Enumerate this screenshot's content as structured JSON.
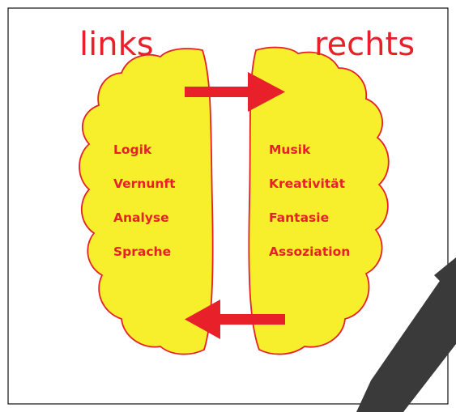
{
  "titles": {
    "left": "links",
    "right": "rechts"
  },
  "left_terms": [
    "Logik",
    "Vernunft",
    "Analyse",
    "Sprache"
  ],
  "right_terms": [
    "Musik",
    "Kreativität",
    "Fantasie",
    "Assoziation"
  ],
  "colors": {
    "accent": "#e8202a",
    "hemisphere_fill": "#f7ef2c",
    "hemisphere_stroke": "#e8202a",
    "frame": "#111111",
    "overlay_band": "#3a3a3a"
  }
}
